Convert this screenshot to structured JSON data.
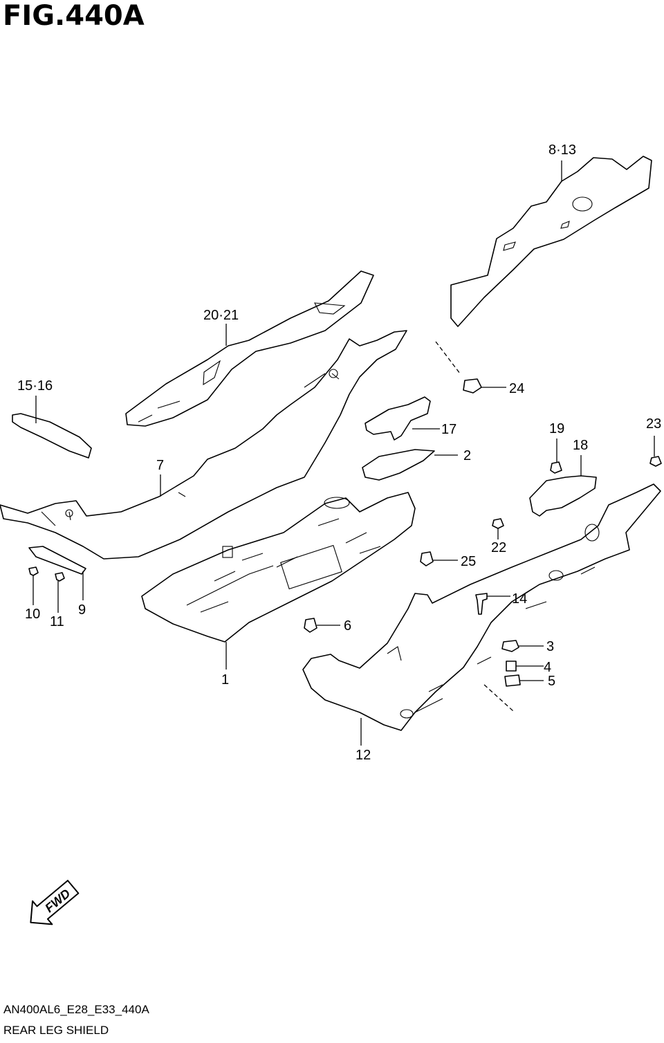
{
  "figure": {
    "title": "FIG.440A",
    "code": "AN400AL6_E28_E33_440A",
    "name": "REAR LEG SHIELD",
    "fwd_label": "FWD"
  },
  "callouts": {
    "c1": "1",
    "c2": "2",
    "c3": "3",
    "c4": "4",
    "c5": "5",
    "c6": "6",
    "c7": "7",
    "c8_13": "8·13",
    "c9": "9",
    "c10": "10",
    "c11": "11",
    "c12": "12",
    "c14": "14",
    "c15_16": "15·16",
    "c17": "17",
    "c18": "18",
    "c19": "19",
    "c20_21": "20·21",
    "c22": "22",
    "c23": "23",
    "c24": "24",
    "c25": "25"
  }
}
